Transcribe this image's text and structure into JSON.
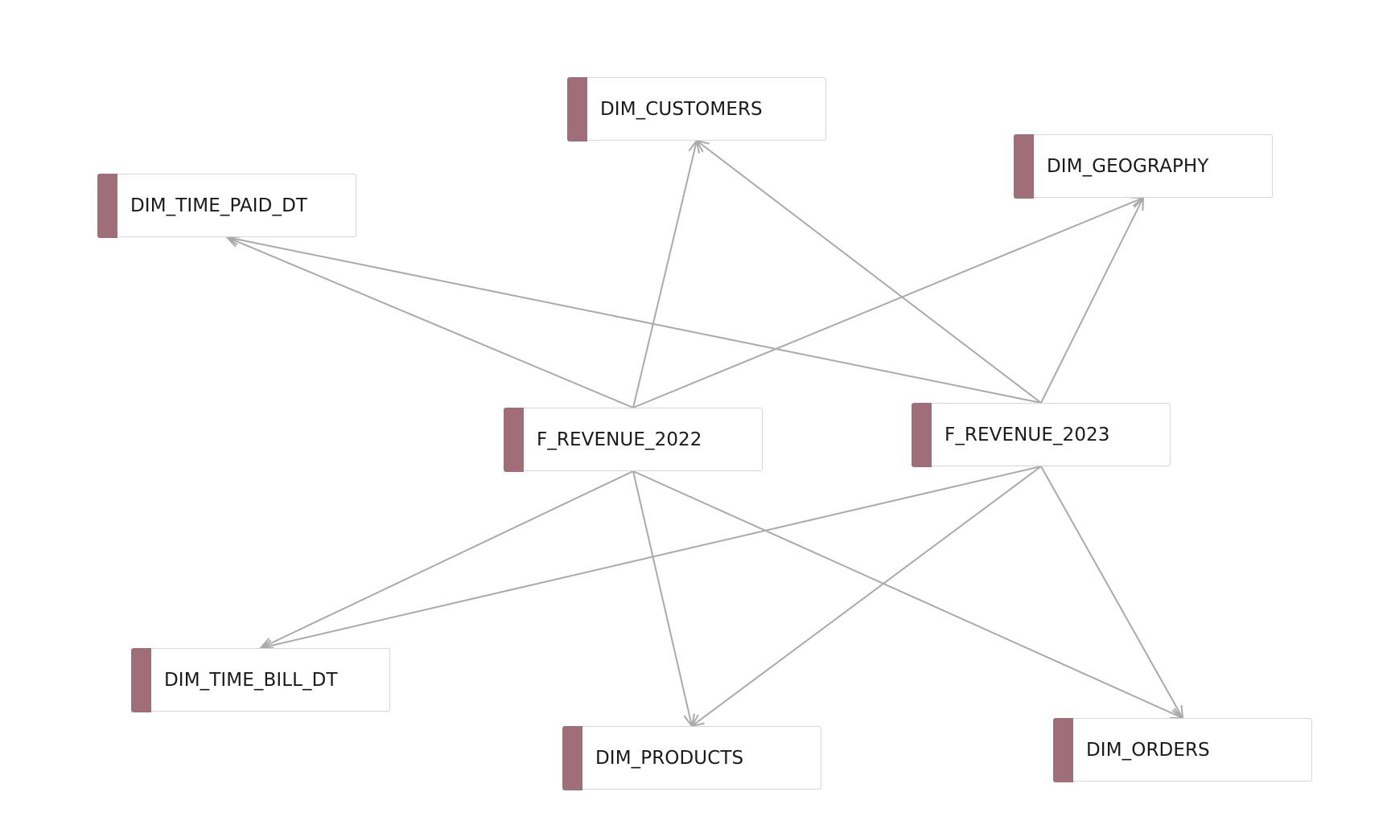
{
  "diagram": {
    "nodes": [
      {
        "id": "dim_customers",
        "label": "DIM_CUSTOMERS"
      },
      {
        "id": "dim_geography",
        "label": "DIM_GEOGRAPHY"
      },
      {
        "id": "dim_time_paid_dt",
        "label": "DIM_TIME_PAID_DT"
      },
      {
        "id": "f_revenue_2022",
        "label": "F_REVENUE_2022"
      },
      {
        "id": "f_revenue_2023",
        "label": "F_REVENUE_2023"
      },
      {
        "id": "dim_time_bill_dt",
        "label": "DIM_TIME_BILL_DT"
      },
      {
        "id": "dim_products",
        "label": "DIM_PRODUCTS"
      },
      {
        "id": "dim_orders",
        "label": "DIM_ORDERS"
      }
    ],
    "edges": [
      {
        "from": "f_revenue_2022",
        "to": "dim_customers"
      },
      {
        "from": "f_revenue_2022",
        "to": "dim_geography"
      },
      {
        "from": "f_revenue_2022",
        "to": "dim_time_paid_dt"
      },
      {
        "from": "f_revenue_2022",
        "to": "dim_time_bill_dt"
      },
      {
        "from": "f_revenue_2022",
        "to": "dim_products"
      },
      {
        "from": "f_revenue_2022",
        "to": "dim_orders"
      },
      {
        "from": "f_revenue_2023",
        "to": "dim_customers"
      },
      {
        "from": "f_revenue_2023",
        "to": "dim_geography"
      },
      {
        "from": "f_revenue_2023",
        "to": "dim_time_paid_dt"
      },
      {
        "from": "f_revenue_2023",
        "to": "dim_time_bill_dt"
      },
      {
        "from": "f_revenue_2023",
        "to": "dim_products"
      },
      {
        "from": "f_revenue_2023",
        "to": "dim_orders"
      }
    ],
    "colors": {
      "accent": "#a06e78",
      "edge": "#aaaaaa",
      "node_border": "#d6d6d6",
      "text": "#1a1a1a"
    }
  }
}
